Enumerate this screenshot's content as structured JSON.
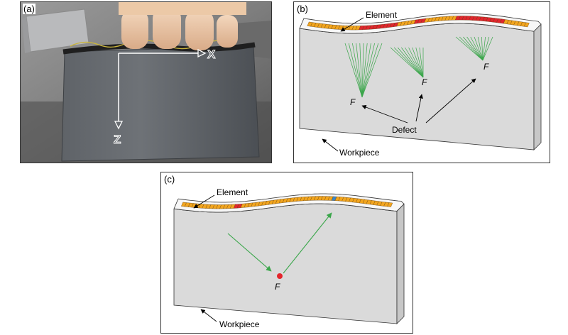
{
  "panels": {
    "a": {
      "label": "(a)",
      "axis_x": "X",
      "axis_z": "Z"
    },
    "b": {
      "label": "(b)",
      "element_label": "Element",
      "defect_label": "Defect",
      "workpiece_label": "Workpiece",
      "focal_labels": [
        "F",
        "F",
        "F"
      ]
    },
    "c": {
      "label": "(c)",
      "element_label": "Element",
      "workpiece_label": "Workpiece",
      "focal_label": "F"
    }
  },
  "colors": {
    "element_orange": "#f2a51e",
    "element_red": "#e0262d",
    "element_blue": "#3a86c8",
    "beam_green": "#3aa64a",
    "workpiece_gray": "#dadada",
    "focal_red": "#e3262b"
  }
}
